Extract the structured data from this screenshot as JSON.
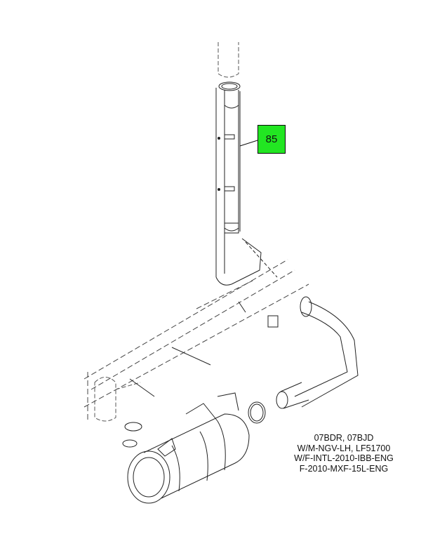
{
  "callouts": [
    {
      "label": "85",
      "color": "#22e622"
    }
  ],
  "caption": {
    "lines": [
      "07BDR, 07BJD",
      "W/M-NGV-LH, LF51700",
      "W/F-INTL-2010-IBB-ENG",
      "F-2010-MXF-15L-ENG"
    ]
  }
}
